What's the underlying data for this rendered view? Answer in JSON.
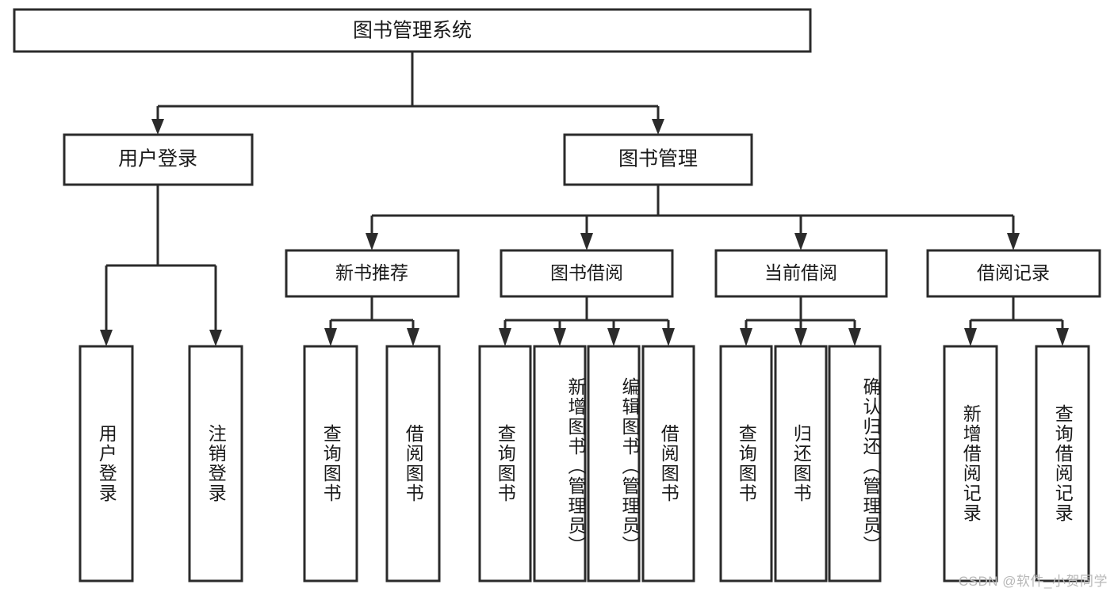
{
  "diagram": {
    "title_node": {
      "label": "图书管理系统"
    },
    "level2": [
      {
        "id": "user-login",
        "label": "用户登录"
      },
      {
        "id": "book-management",
        "label": "图书管理"
      }
    ],
    "level3": [
      {
        "id": "new-book-recommend",
        "label": "新书推荐"
      },
      {
        "id": "book-borrow",
        "label": "图书借阅"
      },
      {
        "id": "current-borrow",
        "label": "当前借阅"
      },
      {
        "id": "borrow-record",
        "label": "借阅记录"
      }
    ],
    "leaves": [
      {
        "id": "leaf-user-login",
        "label": "用户登录"
      },
      {
        "id": "leaf-logout-login",
        "label": "注销登录"
      },
      {
        "id": "leaf-query-book-1",
        "label": "查询图书"
      },
      {
        "id": "leaf-borrow-book-1",
        "label": "借阅图书"
      },
      {
        "id": "leaf-query-book-2",
        "label": "查询图书"
      },
      {
        "id": "leaf-add-book-admin",
        "label": "新增图书（管理员）"
      },
      {
        "id": "leaf-edit-book-admin",
        "label": "编辑图书（管理员）"
      },
      {
        "id": "leaf-borrow-book-2",
        "label": "借阅图书"
      },
      {
        "id": "leaf-query-book-3",
        "label": "查询图书"
      },
      {
        "id": "leaf-return-book",
        "label": "归还图书"
      },
      {
        "id": "leaf-confirm-return",
        "label": "确认归还（管理员）"
      },
      {
        "id": "leaf-add-borrow-record",
        "label": "新增借阅记录"
      },
      {
        "id": "leaf-query-borrow-record",
        "label": "查询借阅记录"
      }
    ],
    "colors": {
      "stroke": "#2b2b2b",
      "box_fill": "#ffffff",
      "text": "#1a1a1a",
      "watermark": "#b8b8b8",
      "background": "#ffffff"
    }
  },
  "watermark": {
    "text": "CSDN @软件_小贺同学"
  }
}
